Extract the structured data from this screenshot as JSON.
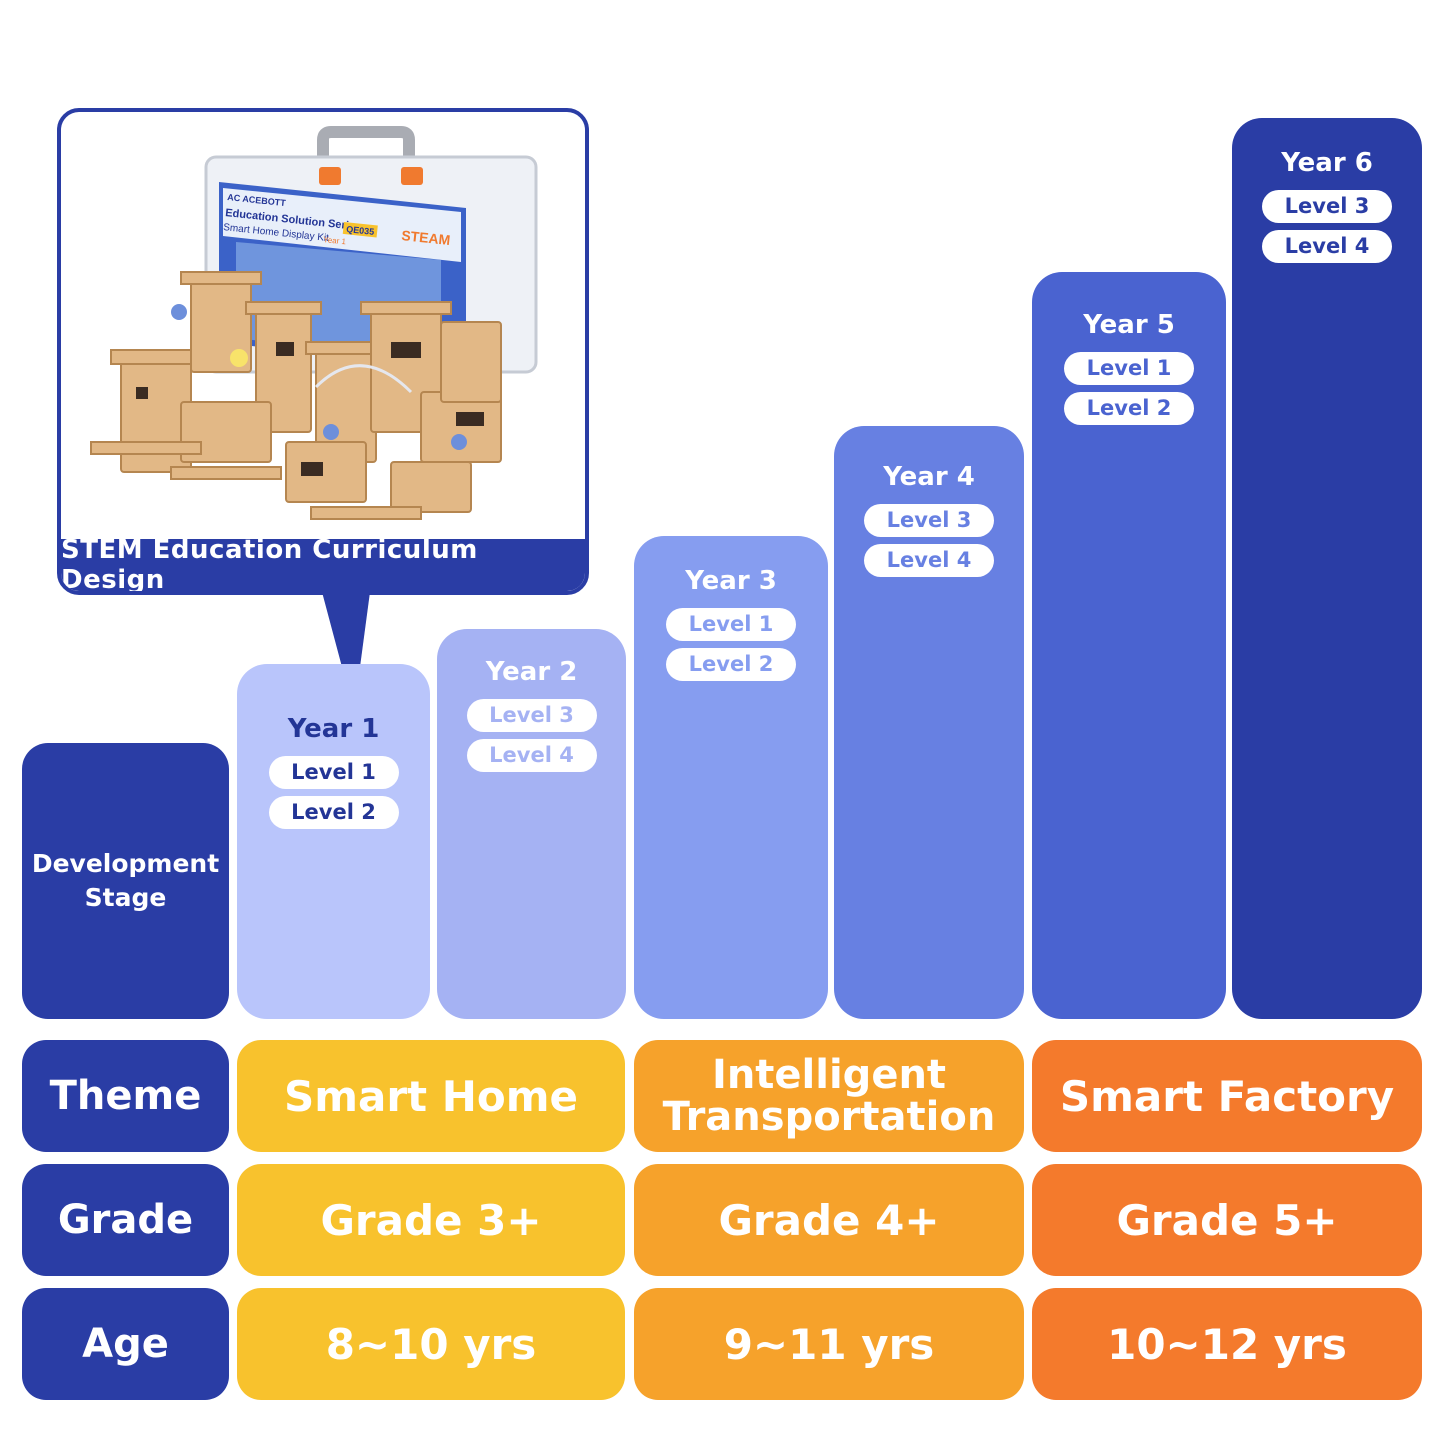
{
  "callout": {
    "caption": "STEM Education Curriculum Design",
    "box": {
      "brand": "AC ACEBOTT",
      "series": "Education Solution Series",
      "model": "QE035",
      "product": "Smart Home Display Kit",
      "tag": "Year 1",
      "steam": "STEAM"
    }
  },
  "stage": {
    "label": "Development Stage",
    "years": [
      {
        "title": "Year 1",
        "levels": [
          "Level 1",
          "Level 2"
        ],
        "color": "#b9c5fb",
        "title_color": "#233596",
        "level_color": "#233596"
      },
      {
        "title": "Year 2",
        "levels": [
          "Level 3",
          "Level 4"
        ],
        "color": "#a5b2f3",
        "title_color": "#ffffff",
        "level_color": "#a5b2f3"
      },
      {
        "title": "Year 3",
        "levels": [
          "Level 1",
          "Level 2"
        ],
        "color": "#869df0",
        "title_color": "#ffffff",
        "level_color": "#869df0"
      },
      {
        "title": "Year 4",
        "levels": [
          "Level 3",
          "Level 4"
        ],
        "color": "#6780e2",
        "title_color": "#ffffff",
        "level_color": "#6780e2"
      },
      {
        "title": "Year 5",
        "levels": [
          "Level 1",
          "Level 2"
        ],
        "color": "#4a63d0",
        "title_color": "#ffffff",
        "level_color": "#4a63d0"
      },
      {
        "title": "Year 6",
        "levels": [
          "Level 3",
          "Level 4"
        ],
        "color": "#2a3da5",
        "title_color": "#ffffff",
        "level_color": "#2a3da5"
      }
    ]
  },
  "rows": {
    "theme": {
      "label": "Theme",
      "values": [
        "Smart Home",
        "Intelligent Transportation",
        "Smart Factory"
      ]
    },
    "grade": {
      "label": "Grade",
      "values": [
        "Grade 3+",
        "Grade 4+",
        "Grade 5+"
      ]
    },
    "age": {
      "label": "Age",
      "values": [
        "8~10 yrs",
        "9~11 yrs",
        "10~12 yrs"
      ]
    }
  },
  "colors": {
    "navy": "#2a3da5",
    "yellow": "#f8c22d",
    "amber": "#f6a22b",
    "orange": "#f47a2c"
  }
}
